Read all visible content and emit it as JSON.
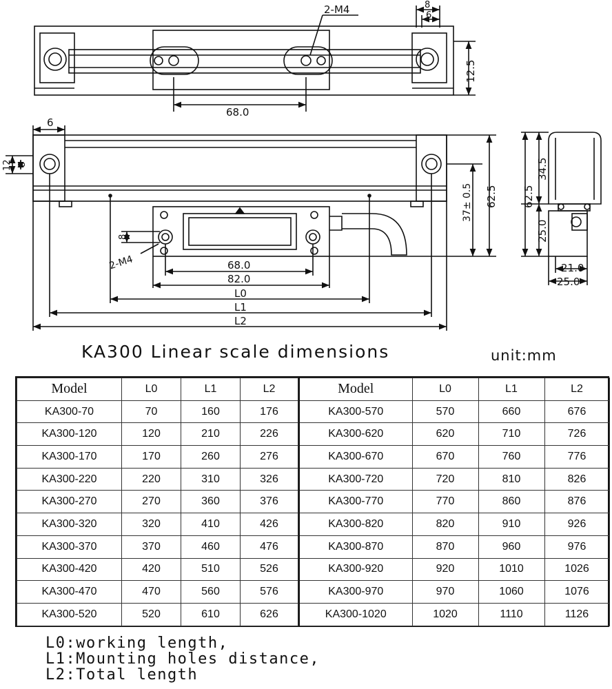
{
  "drawing": {
    "top_view": {
      "hole_callout": "2-M4",
      "dim_top_outer": "8",
      "dim_top_inner": "6",
      "dim_height": "12.5",
      "dim_hole_spacing": "68.0"
    },
    "front_view": {
      "dim_end_width": "6",
      "dim_left_outer": "12",
      "dim_left_inner": "8",
      "dim_reader_height": "37± 0.5",
      "dim_total_height": "62.5",
      "reader_hole_dim": "8",
      "reader_hole_callout": "2-M4",
      "dim_reader_holes": "68.0",
      "dim_reader_width": "82.0",
      "dim_L0": "L0",
      "dim_L1": "L1",
      "dim_L2": "L2"
    },
    "side_view": {
      "dim_upper": "34.5",
      "dim_total": "62.5",
      "dim_lower": "25.0",
      "dim_inner_width": "21.0",
      "dim_outer_width": "25.0"
    }
  },
  "heading": "KA300 Linear scale dimensions",
  "unit": "unit:mm",
  "table": {
    "headers": [
      "Model",
      "L0",
      "L1",
      "L2"
    ],
    "left_rows": [
      [
        "KA300-70",
        "70",
        "160",
        "176"
      ],
      [
        "KA300-120",
        "120",
        "210",
        "226"
      ],
      [
        "KA300-170",
        "170",
        "260",
        "276"
      ],
      [
        "KA300-220",
        "220",
        "310",
        "326"
      ],
      [
        "KA300-270",
        "270",
        "360",
        "376"
      ],
      [
        "KA300-320",
        "320",
        "410",
        "426"
      ],
      [
        "KA300-370",
        "370",
        "460",
        "476"
      ],
      [
        "KA300-420",
        "420",
        "510",
        "526"
      ],
      [
        "KA300-470",
        "470",
        "560",
        "576"
      ],
      [
        "KA300-520",
        "520",
        "610",
        "626"
      ]
    ],
    "right_rows": [
      [
        "KA300-570",
        "570",
        "660",
        "676"
      ],
      [
        "KA300-620",
        "620",
        "710",
        "726"
      ],
      [
        "KA300-670",
        "670",
        "760",
        "776"
      ],
      [
        "KA300-720",
        "720",
        "810",
        "826"
      ],
      [
        "KA300-770",
        "770",
        "860",
        "876"
      ],
      [
        "KA300-820",
        "820",
        "910",
        "926"
      ],
      [
        "KA300-870",
        "870",
        "960",
        "976"
      ],
      [
        "KA300-920",
        "920",
        "1010",
        "1026"
      ],
      [
        "KA300-970",
        "970",
        "1060",
        "1076"
      ],
      [
        "KA300-1020",
        "1020",
        "1110",
        "1126"
      ]
    ]
  },
  "notes": [
    "L0:working length,",
    "L1:Mounting holes distance,",
    "L2:Total length"
  ]
}
